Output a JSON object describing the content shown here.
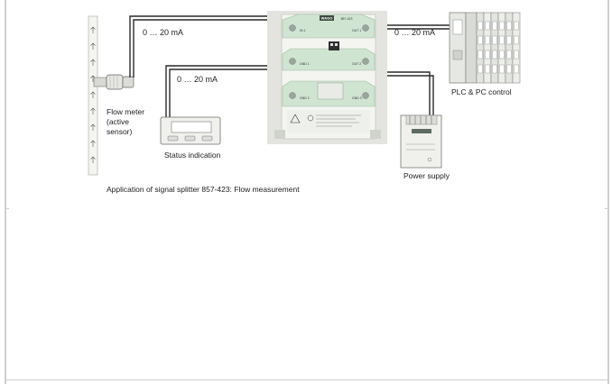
{
  "diagram": {
    "signal_top_left": "0 … 20 mA",
    "signal_top_right": "0 … 20 mA",
    "signal_middle": "0 … 20 mA",
    "flow_meter_label": [
      "Flow meter",
      "(active",
      "sensor)"
    ],
    "status_label": "Status indication",
    "power_label": "Power supply",
    "plc_label": "PLC & PC control",
    "caption": "Application of signal splitter 857-423: Flow measurement",
    "device_brand": "WAGO",
    "device_model": "857-423",
    "terminal_labels": [
      "IN 1",
      "OUT 1",
      "GND 1",
      "OUT 2",
      "GND 2",
      "GND 3"
    ]
  }
}
